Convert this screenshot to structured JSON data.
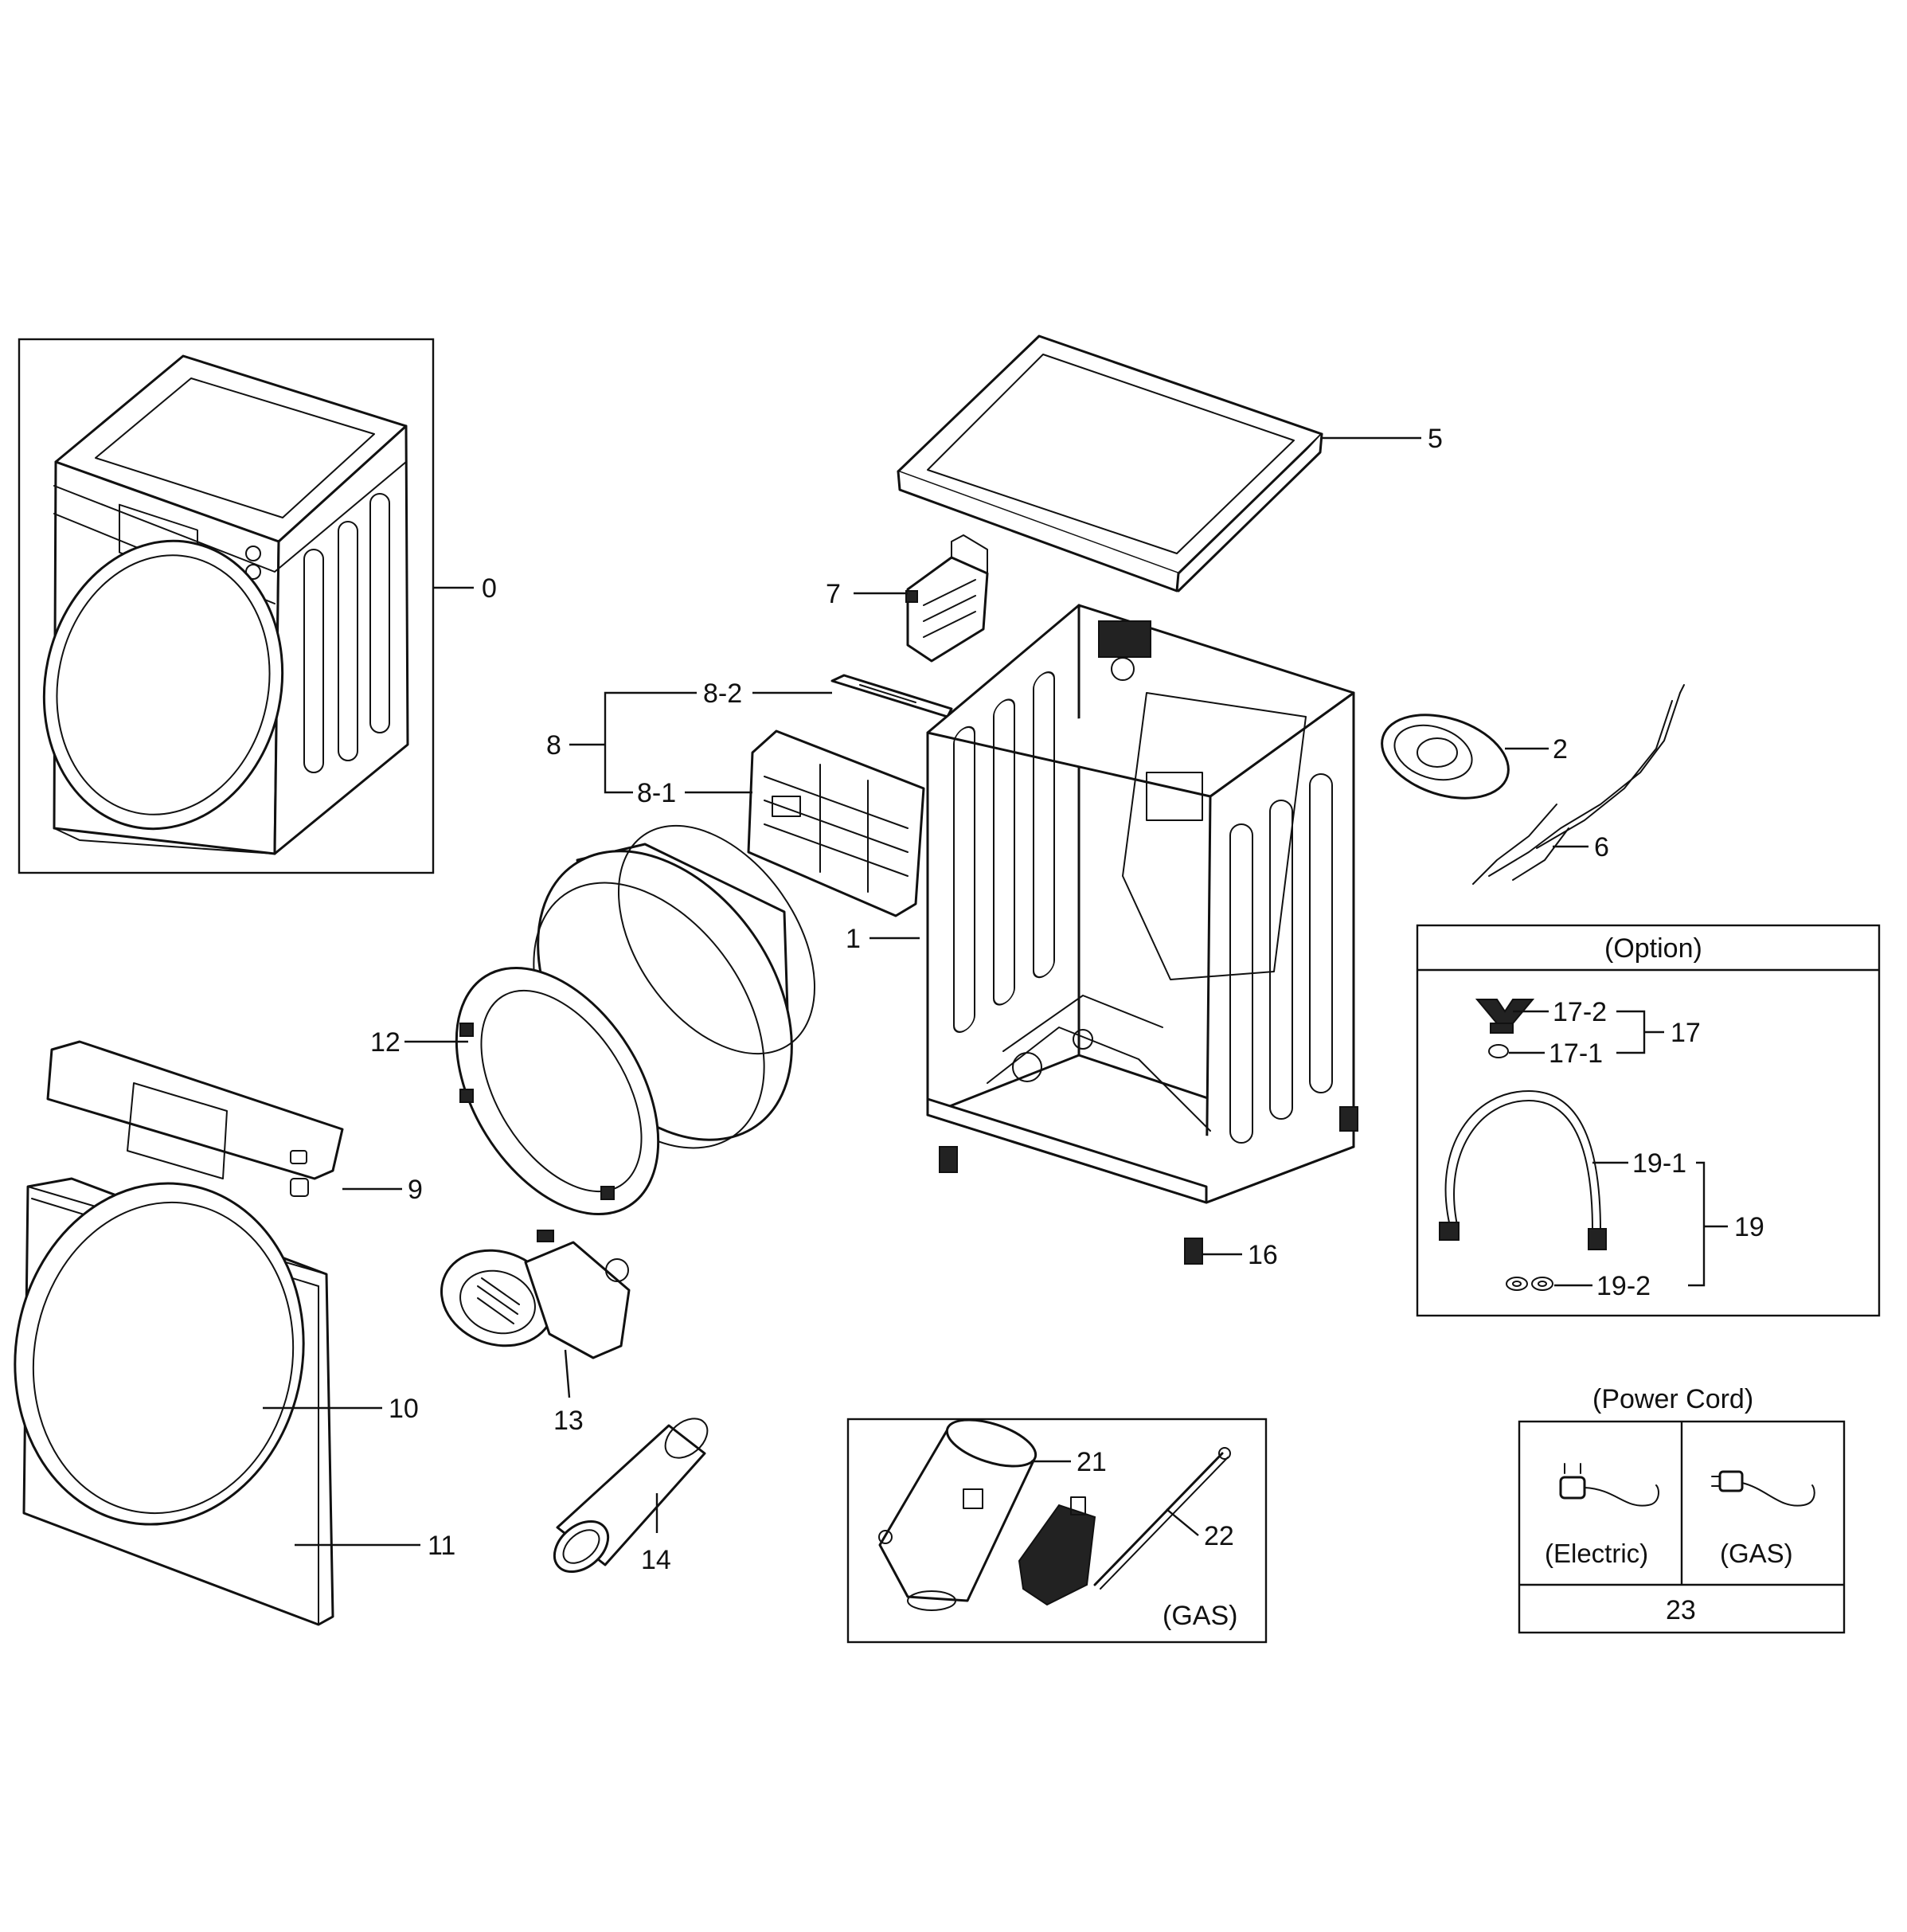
{
  "colors": {
    "ink": "#111111",
    "background": "#ffffff"
  },
  "labels": {
    "p0": "0",
    "p1": "1",
    "p2": "2",
    "p5": "5",
    "p6": "6",
    "p7": "7",
    "p8": "8",
    "p8_1": "8-1",
    "p8_2": "8-2",
    "p9": "9",
    "p10": "10",
    "p11": "11",
    "p12": "12",
    "p13": "13",
    "p14": "14",
    "p16": "16",
    "p17": "17",
    "p17_1": "17-1",
    "p17_2": "17-2",
    "p19": "19",
    "p19_1": "19-1",
    "p19_2": "19-2",
    "p21": "21",
    "p22": "22",
    "p23": "23"
  },
  "option_box": {
    "title": "(Option)"
  },
  "gas_box": {
    "caption": "(GAS)"
  },
  "power_cord_box": {
    "title": "(Power Cord)",
    "electric": "(Electric)",
    "gas": "(GAS)"
  }
}
